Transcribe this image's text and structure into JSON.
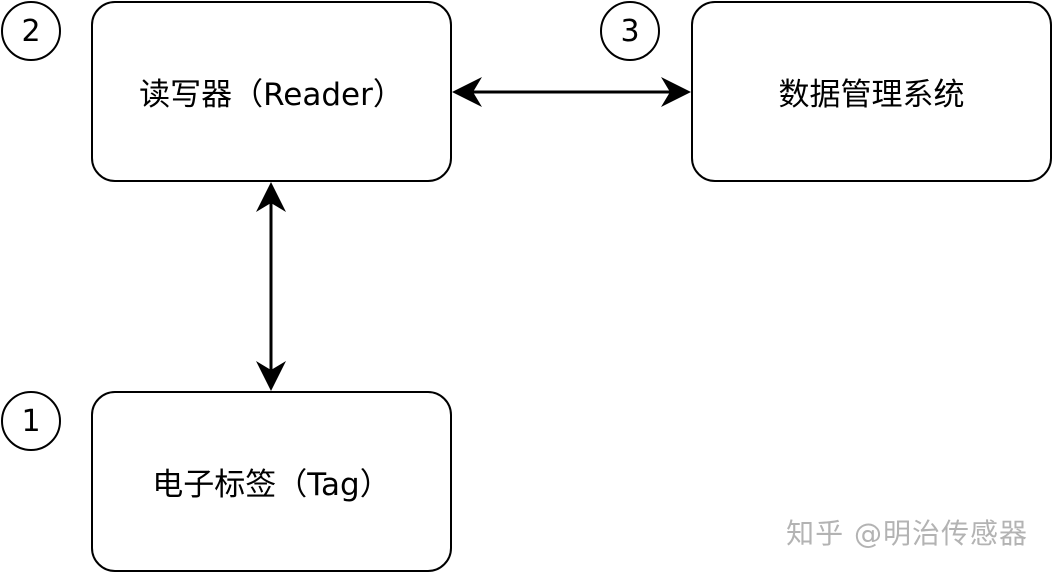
{
  "nodes": {
    "reader": "读写器（Reader）",
    "data_management_system": "数据管理系统",
    "tag": "电子标签（Tag）"
  },
  "badges": {
    "reader": "2",
    "data_management_system": "3",
    "tag": "1"
  },
  "watermark": "知乎 @明治传感器",
  "colors": {
    "stroke": "#000000",
    "watermark": "#b3b3b3"
  }
}
